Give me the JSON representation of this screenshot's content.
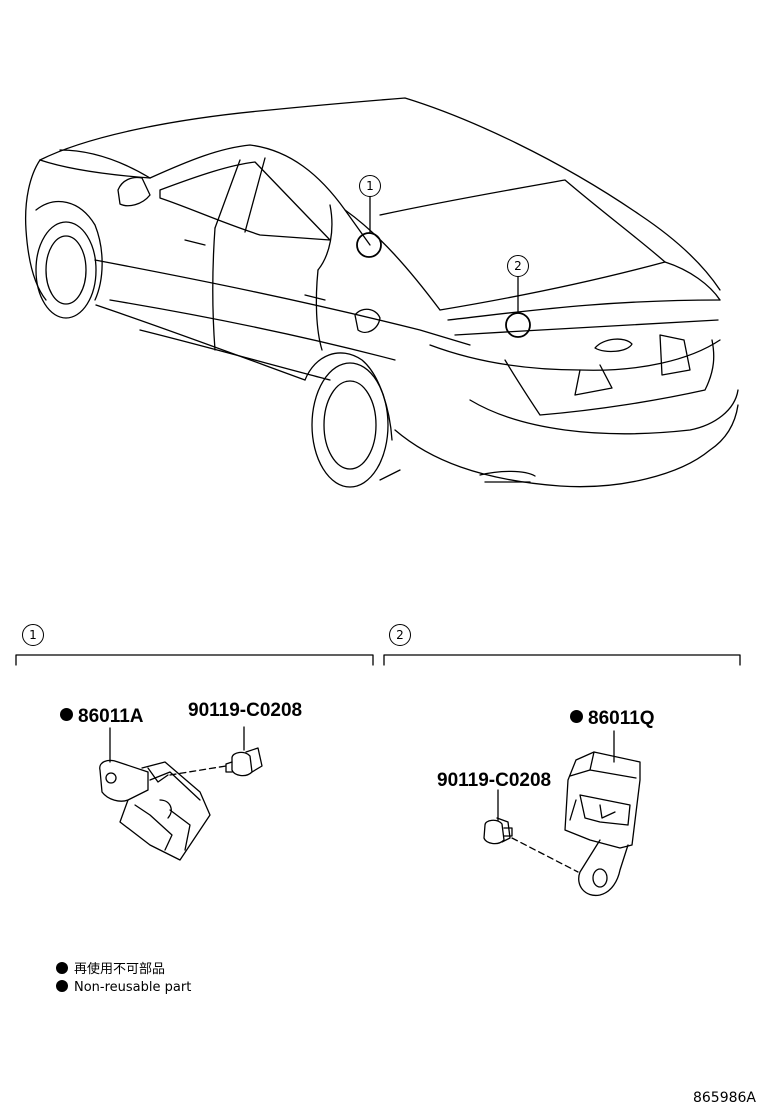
{
  "callouts": {
    "c1": "1",
    "c2": "2"
  },
  "parts": {
    "p1_sensor": "86011A",
    "p1_bolt": "90119-C0208",
    "p2_sensor": "86011Q",
    "p2_bolt": "90119-C0208"
  },
  "legend": {
    "jp": "再使用不可部品",
    "en": "Non-reusable part"
  },
  "figure_id": "865986A"
}
